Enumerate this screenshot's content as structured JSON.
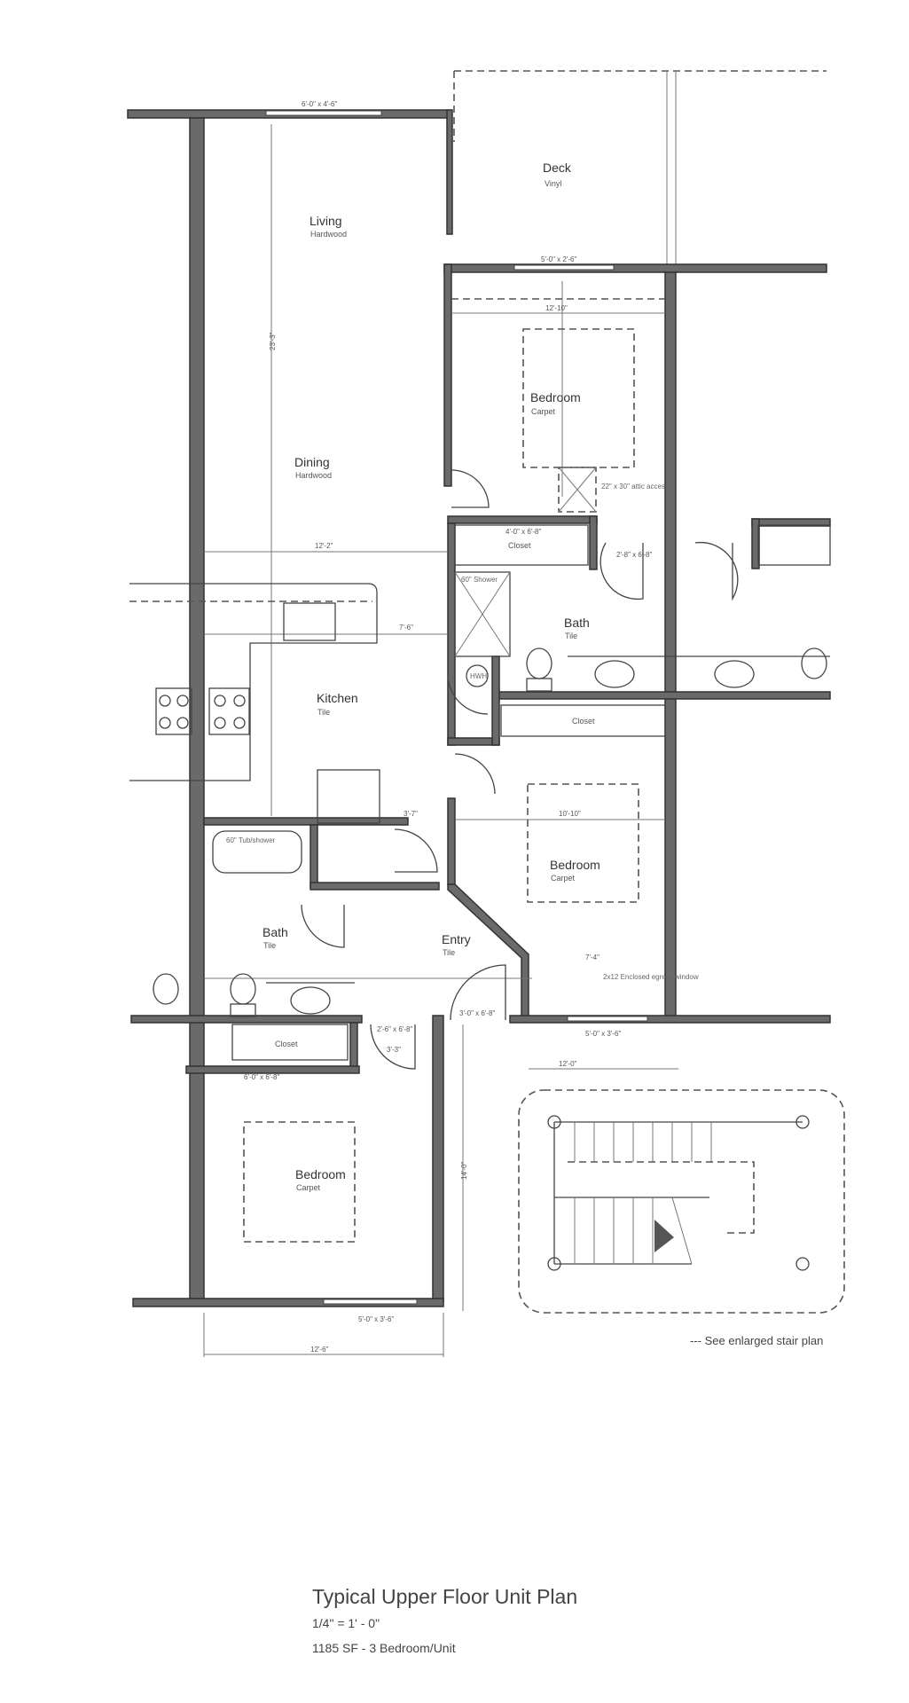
{
  "plan": {
    "title": "Typical Upper Floor Unit Plan",
    "scale": "1/4\" = 1' - 0\"",
    "summary": "1185 SF - 3 Bedroom/Unit",
    "stair_note": "--- See enlarged stair plan"
  },
  "rooms": [
    {
      "name": "Deck",
      "floor": "Vinyl"
    },
    {
      "name": "Living",
      "floor": "Hardwood"
    },
    {
      "name": "Dining",
      "floor": "Hardwood"
    },
    {
      "name": "Bedroom",
      "floor": "Carpet"
    },
    {
      "name": "Kitchen",
      "floor": "Tile"
    },
    {
      "name": "Bath",
      "floor": "Tile"
    },
    {
      "name": "Bedroom",
      "floor": "Carpet"
    },
    {
      "name": "Bath",
      "floor": "Tile"
    },
    {
      "name": "Entry",
      "floor": "Tile"
    },
    {
      "name": "Bedroom",
      "floor": "Carpet"
    }
  ],
  "closets": [
    "Closet",
    "Closet",
    "Closet"
  ],
  "dimensions": [
    "6'-0\" x 4'-6\"",
    "5'-0\" x 2'-6\"",
    "12'-10\"",
    "12'-2\"",
    "7'-6\"",
    "3'-7\"",
    "10'-10\"",
    "7'-4\"",
    "5'-0\" x 3'-6\"",
    "12'-0\"",
    "5'-0\" x 3'-6\"",
    "12'-6\"",
    "3'-0\" x 6'-8\"",
    "2'-6\" x 6'-8\"",
    "4'-0\" x 6'-8\"",
    "2'-8\" x 6'-8\"",
    "23'-3\"",
    "14'-0\"",
    "6'-0\" x 6'-8\"",
    "3'-3\""
  ],
  "notes": [
    "22\" x 30\" attic access",
    "2x12 Enclosed egress window",
    "60\" Tub/shower",
    "60\" Shower",
    "HWH"
  ]
}
